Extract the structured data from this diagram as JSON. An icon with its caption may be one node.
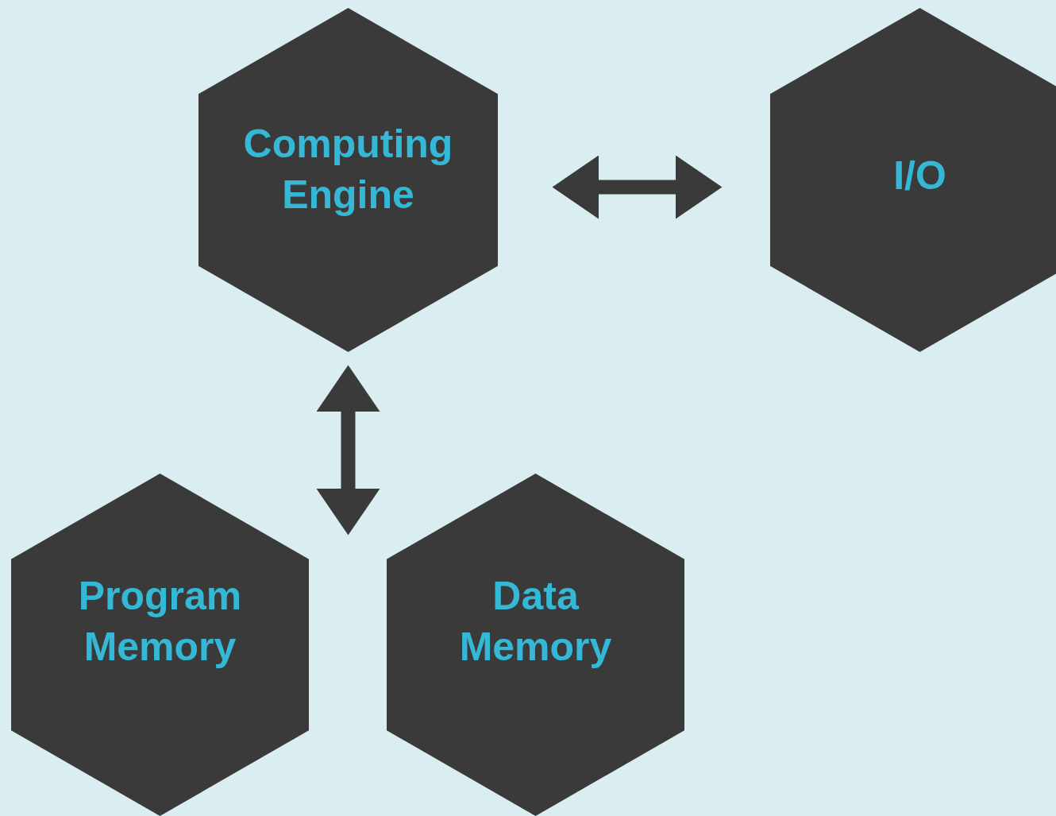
{
  "diagram": {
    "nodes": [
      {
        "text": [
          "Computing Engine"
        ]
      },
      {
        "text": [
          "I/O"
        ]
      },
      {
        "text": [
          "Program Memory"
        ]
      },
      {
        "text": [
          "Data Memory"
        ]
      }
    ],
    "edges": [
      {
        "from": 0,
        "to": 1,
        "arrow": "both"
      },
      {
        "from": 0,
        "to": 2,
        "arrow": "both"
      },
      {
        "from": 0,
        "to": 3,
        "arrow": "both"
      }
    ]
  }
}
